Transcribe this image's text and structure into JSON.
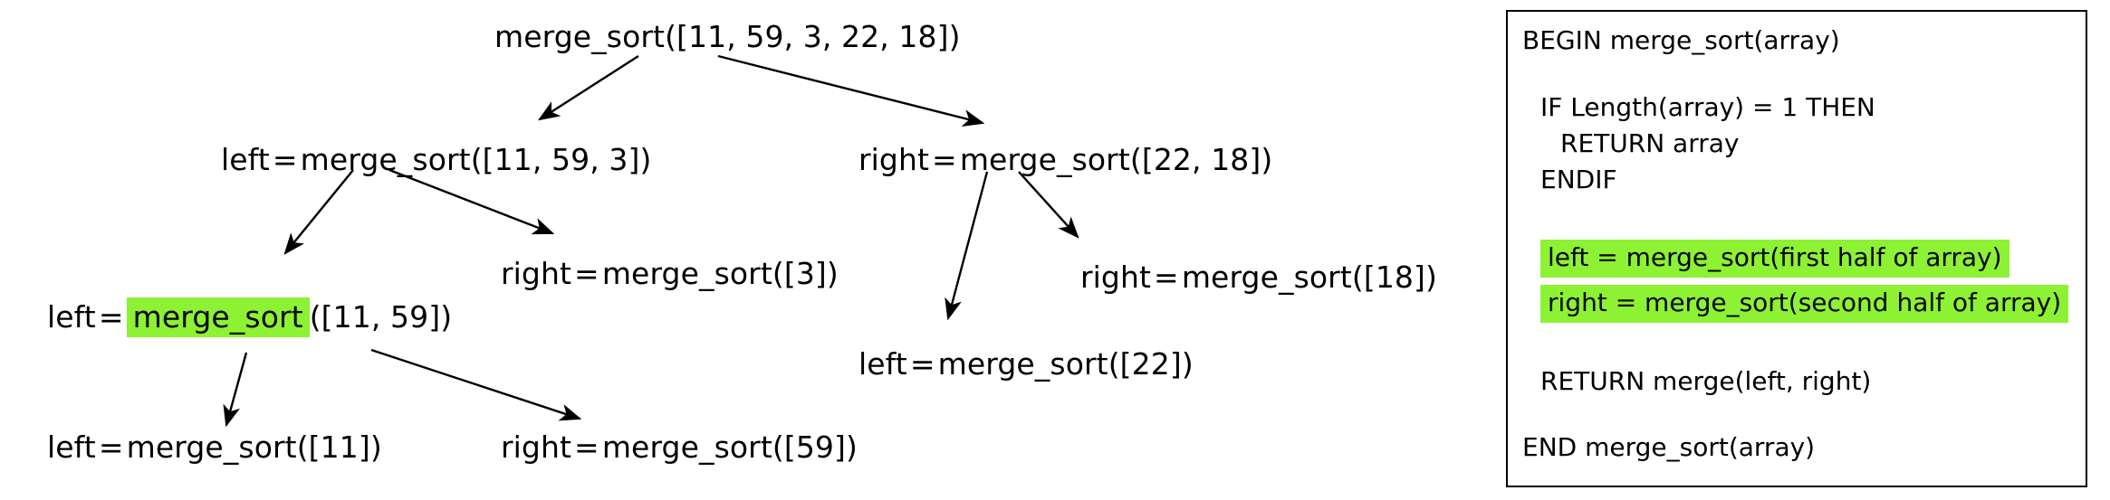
{
  "diagram": {
    "title": "merge_sort recursion tree",
    "highlight_color": "#8CF233",
    "line_color": "#000000",
    "background": "#ffffff"
  },
  "tree": {
    "nodes": [
      {
        "id": "root",
        "level": 0,
        "prefix": "",
        "call": "merge_sort",
        "args": "([11, 59, 3, 22, 18])",
        "full_text": "merge_sort([11, 59, 3, 22, 18])",
        "highlighted": false
      },
      {
        "id": "l1-left",
        "level": 1,
        "prefix": "left",
        "eq": "=",
        "call": "merge_sort",
        "args": "([11, 59, 3])",
        "full_text": "left = merge_sort([11, 59, 3])",
        "highlighted": false
      },
      {
        "id": "l1-right",
        "level": 1,
        "prefix": "right",
        "eq": "=",
        "call": "merge_sort",
        "args": "([22, 18])",
        "full_text": "right = merge_sort([22, 18])",
        "highlighted": false
      },
      {
        "id": "l2-left",
        "level": 2,
        "prefix": "left",
        "eq": "=",
        "call": "merge_sort",
        "args": "([11, 59])",
        "full_text": "left = merge_sort([11, 59])",
        "highlighted": true
      },
      {
        "id": "l2-right",
        "level": 2,
        "prefix": "right",
        "eq": "=",
        "call": "merge_sort",
        "args": "([3])",
        "full_text": "right = merge_sort([3])",
        "highlighted": false
      },
      {
        "id": "r2-left",
        "level": 2,
        "prefix": "left",
        "eq": "=",
        "call": "merge_sort",
        "args": "([22])",
        "full_text": "left = merge_sort([22])",
        "highlighted": false
      },
      {
        "id": "r2-right",
        "level": 2,
        "prefix": "right",
        "eq": "=",
        "call": "merge_sort",
        "args": "([18])",
        "full_text": "right = merge_sort([18])",
        "highlighted": false
      },
      {
        "id": "l3-left",
        "level": 3,
        "prefix": "left",
        "eq": "=",
        "call": "merge_sort",
        "args": "([11])",
        "full_text": "left = merge_sort([11])",
        "highlighted": false
      },
      {
        "id": "l3-right",
        "level": 3,
        "prefix": "right",
        "eq": "=",
        "call": "merge_sort",
        "args": "([59])",
        "full_text": "right = merge_sort([59])",
        "highlighted": false
      }
    ],
    "edges": [
      {
        "from": "root",
        "to": "l1-left"
      },
      {
        "from": "root",
        "to": "l1-right"
      },
      {
        "from": "l1-left",
        "to": "l2-left"
      },
      {
        "from": "l1-left",
        "to": "l2-right"
      },
      {
        "from": "l1-right",
        "to": "r2-left"
      },
      {
        "from": "l1-right",
        "to": "r2-right"
      },
      {
        "from": "l2-left",
        "to": "l3-left"
      },
      {
        "from": "l2-left",
        "to": "l3-right"
      }
    ]
  },
  "pseudocode": {
    "lines": [
      {
        "text": "BEGIN merge_sort(array)",
        "indent": 0,
        "highlighted": false
      },
      {
        "text": "IF Length(array) = 1 THEN",
        "indent": 1,
        "highlighted": false
      },
      {
        "text": "RETURN array",
        "indent": 2,
        "highlighted": false
      },
      {
        "text": "ENDIF",
        "indent": 1,
        "highlighted": false
      },
      {
        "text": "left = merge_sort(first half of array)",
        "indent": 1,
        "highlighted": true
      },
      {
        "text": "right = merge_sort(second half of array)",
        "indent": 1,
        "highlighted": true
      },
      {
        "text": "RETURN merge(left, right)",
        "indent": 1,
        "highlighted": false
      },
      {
        "text": "END merge_sort(array)",
        "indent": 0,
        "highlighted": false
      }
    ]
  }
}
